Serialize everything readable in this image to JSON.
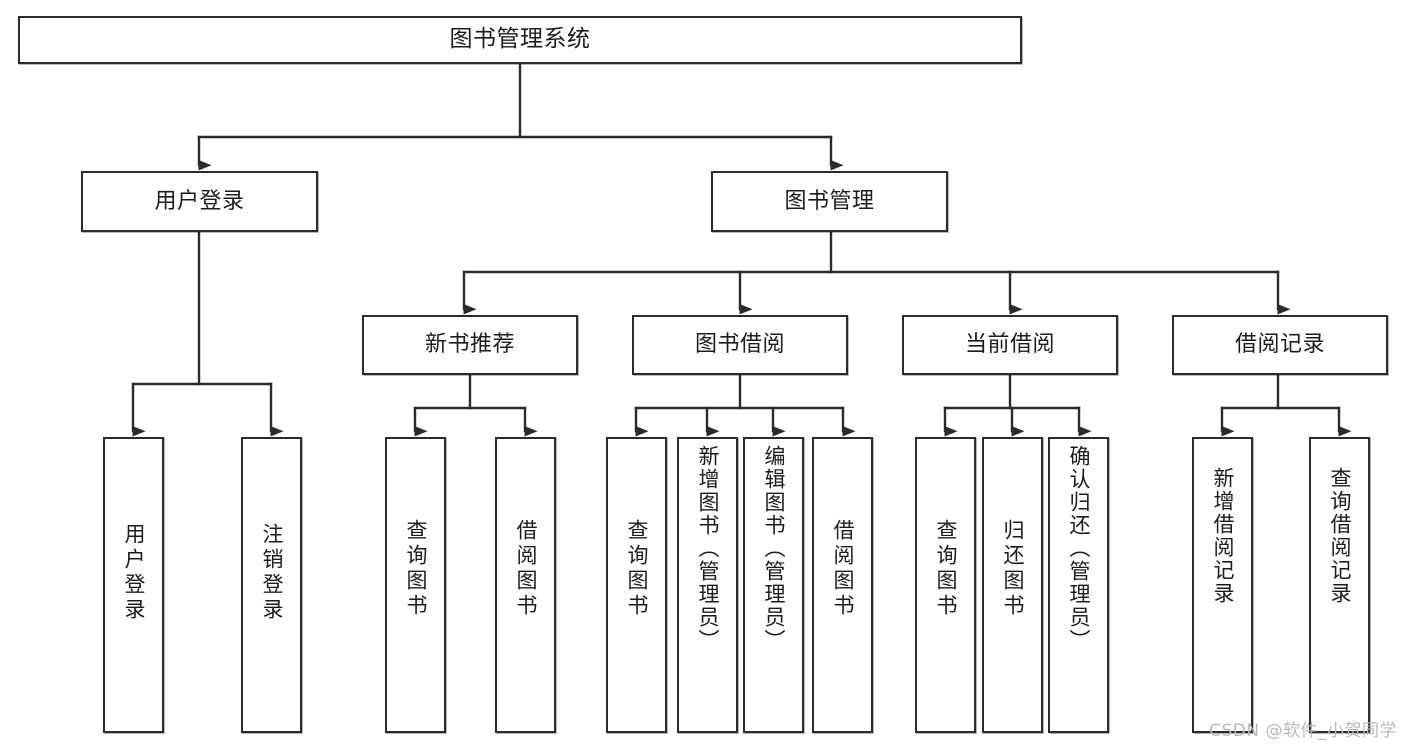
{
  "diagram": {
    "title": "图书管理系统",
    "type": "hierarchy-tree",
    "watermark": "CSDN @软件_小贺同学",
    "colors": {
      "box_border": "#2b2b2b",
      "box_fill": "#ffffff",
      "edge": "#2b2b2b",
      "text": "#1c1c1c",
      "watermark": "#b9b9b9",
      "background": "#ffffff"
    }
  },
  "nodes": {
    "root": {
      "label": "图书管理系统"
    },
    "level2": [
      {
        "id": "user-login",
        "label": "用户登录"
      },
      {
        "id": "book-manage",
        "label": "图书管理"
      }
    ],
    "level3": [
      {
        "id": "new-book-recommend",
        "label": "新书推荐"
      },
      {
        "id": "book-borrow",
        "label": "图书借阅"
      },
      {
        "id": "current-borrow",
        "label": "当前借阅"
      },
      {
        "id": "borrow-record",
        "label": "借阅记录"
      }
    ],
    "leaves": [
      {
        "id": "leaf-user-login",
        "parent": "user-login",
        "label": "用户登录"
      },
      {
        "id": "leaf-logout",
        "parent": "user-login",
        "label": "注销登录"
      },
      {
        "id": "leaf-query-book-1",
        "parent": "new-book-recommend",
        "label": "查询图书"
      },
      {
        "id": "leaf-borrow-book-1",
        "parent": "new-book-recommend",
        "label": "借阅图书"
      },
      {
        "id": "leaf-query-book-2",
        "parent": "book-borrow",
        "label": "查询图书"
      },
      {
        "id": "leaf-add-book",
        "parent": "book-borrow",
        "label": "新增图书（管理员）"
      },
      {
        "id": "leaf-edit-book",
        "parent": "book-borrow",
        "label": "编辑图书（管理员）"
      },
      {
        "id": "leaf-borrow-book-2",
        "parent": "book-borrow",
        "label": "借阅图书"
      },
      {
        "id": "leaf-query-book-3",
        "parent": "current-borrow",
        "label": "查询图书"
      },
      {
        "id": "leaf-return-book",
        "parent": "current-borrow",
        "label": "归还图书"
      },
      {
        "id": "leaf-confirm-return",
        "parent": "current-borrow",
        "label": "确认归还（管理员）"
      },
      {
        "id": "leaf-add-record",
        "parent": "borrow-record",
        "label": "新增借阅记录"
      },
      {
        "id": "leaf-query-record",
        "parent": "borrow-record",
        "label": "查询借阅记录"
      }
    ]
  }
}
